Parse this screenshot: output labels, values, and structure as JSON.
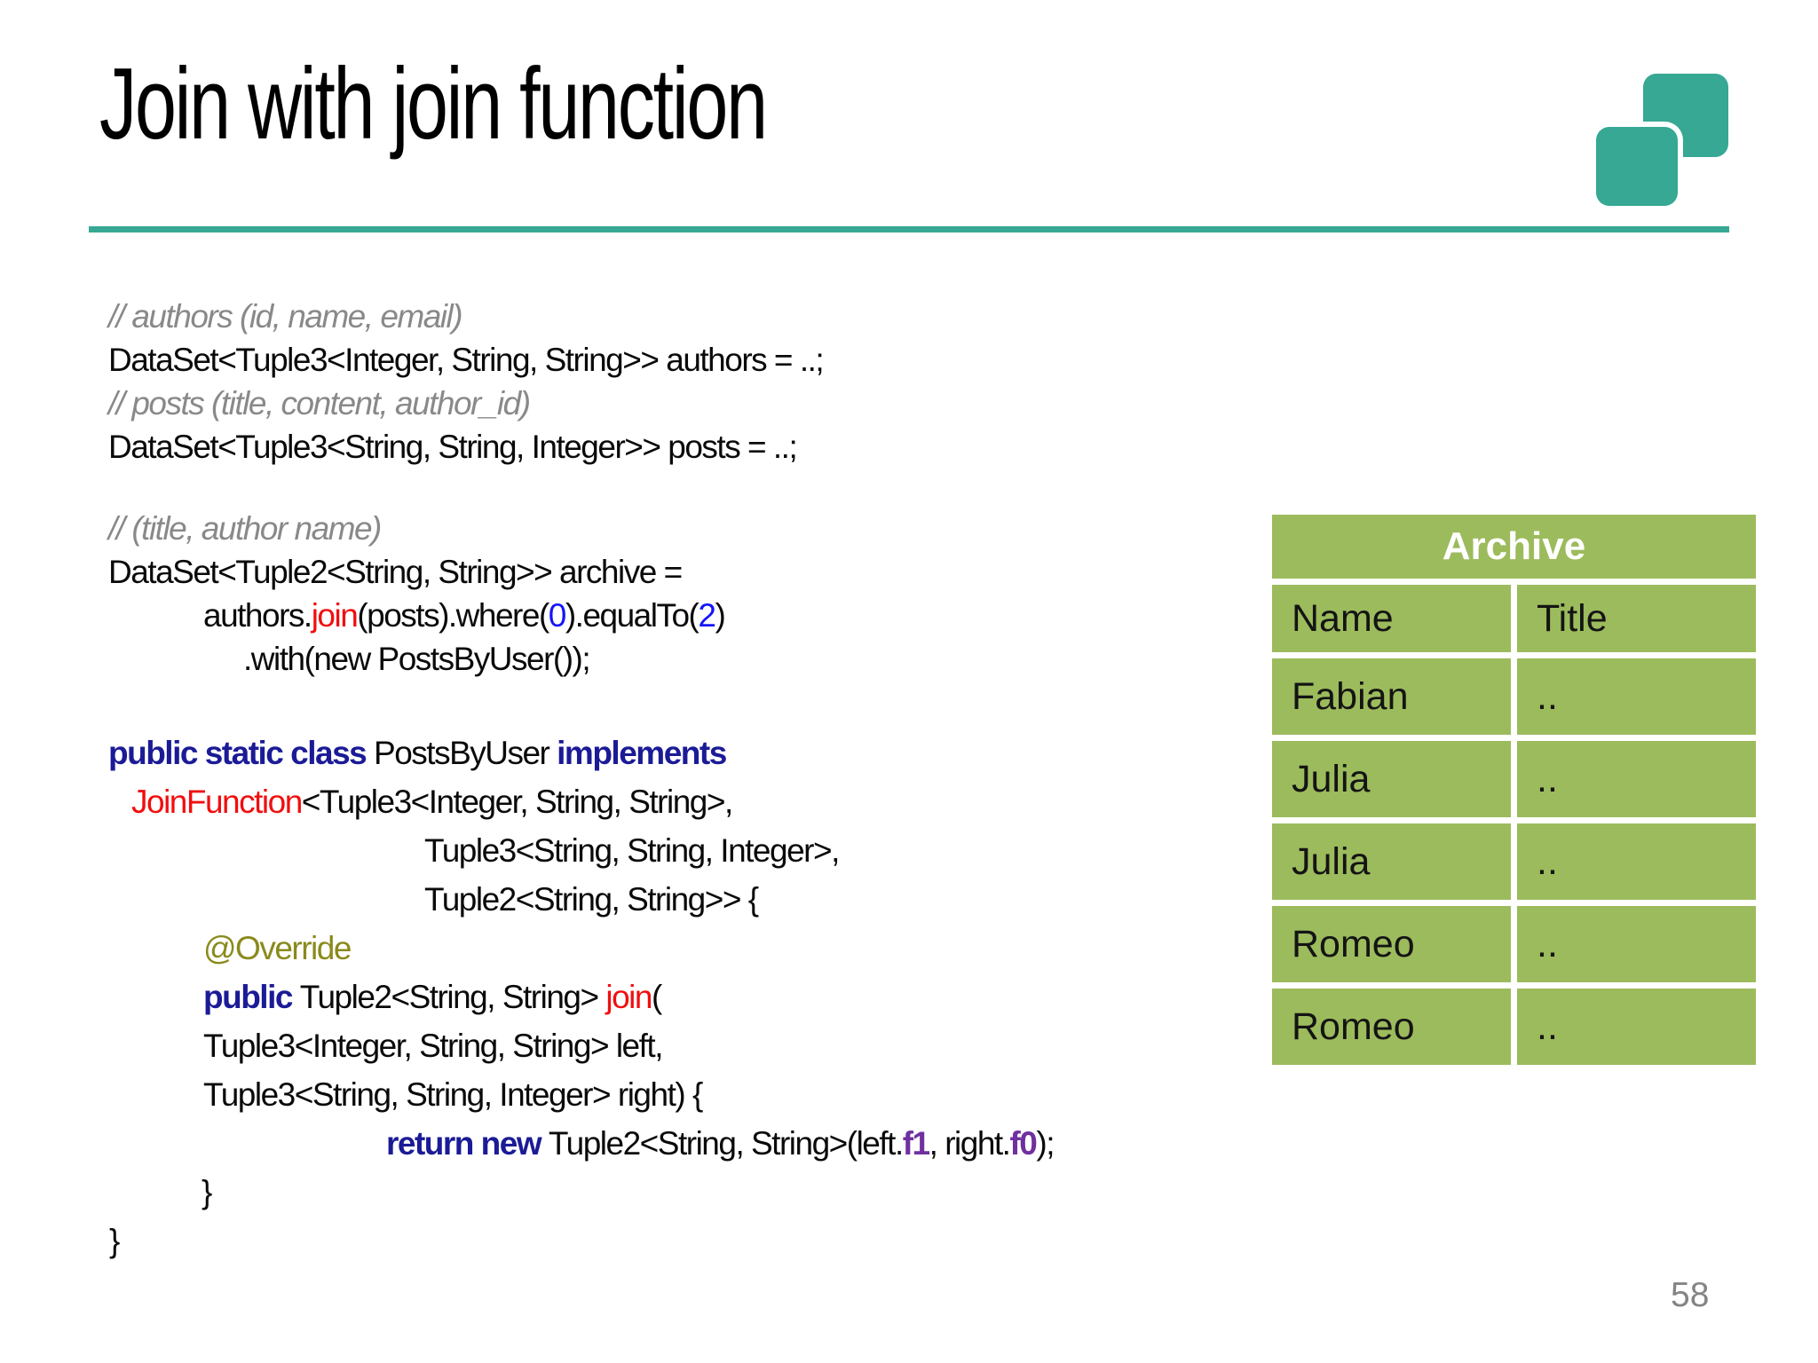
{
  "slide": {
    "title": "Join with join function",
    "page_number": "58"
  },
  "colors": {
    "accent_teal": "#36A893",
    "table_green": "#9CBB5C",
    "keyword_navy": "#1B1B97",
    "method_red": "#F10E0E",
    "number_blue": "#1414FB",
    "annotation_olive": "#8A8A1C",
    "field_purple": "#70309F",
    "comment_gray": "#898989"
  },
  "logo": {
    "icon": "overlapping-squares-logo"
  },
  "code": {
    "setup_lines": [
      {
        "segments": [
          {
            "cls": "cm",
            "text": "// authors (id, name, email)"
          }
        ]
      },
      {
        "segments": [
          {
            "cls": "c",
            "text": "DataSet<Tuple3<Integer, String, String>> authors = ..;"
          }
        ]
      },
      {
        "segments": [
          {
            "cls": "cm",
            "text": "// posts (title, content, author_id)"
          }
        ]
      },
      {
        "segments": [
          {
            "cls": "c",
            "text": "DataSet<Tuple3<String, String, Integer>> posts = ..;"
          }
        ]
      },
      {
        "blank": true
      },
      {
        "segments": [
          {
            "cls": "cm",
            "text": "// (title, author name)"
          }
        ]
      },
      {
        "segments": [
          {
            "cls": "c",
            "text": "DataSet<Tuple2<String, String>> archive ="
          }
        ]
      },
      {
        "indent": 107,
        "segments": [
          {
            "cls": "c",
            "text": "authors."
          },
          {
            "cls": "red",
            "text": "join"
          },
          {
            "cls": "c",
            "text": "(posts).where("
          },
          {
            "cls": "num",
            "text": "0"
          },
          {
            "cls": "c",
            "text": ").equalTo("
          },
          {
            "cls": "num",
            "text": "2"
          },
          {
            "cls": "c",
            "text": ")"
          }
        ]
      },
      {
        "indent": 152,
        "segments": [
          {
            "cls": "c",
            "text": ".with(new PostsByUser());"
          }
        ]
      }
    ],
    "class_lines": [
      {
        "segments": [
          {
            "cls": "kw",
            "text": "public static class "
          },
          {
            "cls": "c",
            "text": "PostsByUser "
          },
          {
            "cls": "kw",
            "text": "implements"
          }
        ]
      },
      {
        "indent": 26,
        "segments": [
          {
            "cls": "red",
            "text": "JoinFunction"
          },
          {
            "cls": "c",
            "text": "<Tuple3<Integer, String, String>,"
          }
        ]
      },
      {
        "indent": 356,
        "segments": [
          {
            "cls": "c",
            "text": "Tuple3<String, String, Integer>,"
          }
        ]
      },
      {
        "indent": 356,
        "segments": [
          {
            "cls": "c",
            "text": "Tuple2<String, String>> {"
          }
        ]
      },
      {
        "indent": 107,
        "segments": [
          {
            "cls": "ann",
            "text": "@Override"
          }
        ]
      },
      {
        "indent": 107,
        "segments": [
          {
            "cls": "kw",
            "text": "public "
          },
          {
            "cls": "c",
            "text": "Tuple2<String, String> "
          },
          {
            "cls": "red",
            "text": "join"
          },
          {
            "cls": "c",
            "text": "("
          }
        ]
      },
      {
        "indent": 107,
        "segments": [
          {
            "cls": "c",
            "text": "Tuple3<Integer, String, String> left,"
          }
        ]
      },
      {
        "indent": 107,
        "segments": [
          {
            "cls": "c",
            "text": "Tuple3<String, String, Integer> right) {"
          }
        ]
      },
      {
        "indent": 313,
        "segments": [
          {
            "cls": "kw",
            "text": "return new "
          },
          {
            "cls": "c",
            "text": "Tuple2<String, String>(left."
          },
          {
            "cls": "fld",
            "text": "f1"
          },
          {
            "cls": "c",
            "text": ", right."
          },
          {
            "cls": "fld",
            "text": "f0"
          },
          {
            "cls": "c",
            "text": ");"
          }
        ]
      },
      {
        "indent": 105,
        "segments": [
          {
            "cls": "c",
            "text": "}"
          }
        ]
      },
      {
        "indent": 1,
        "segments": [
          {
            "cls": "c",
            "text": "}"
          }
        ]
      }
    ]
  },
  "table": {
    "title": "Archive",
    "columns": [
      "Name",
      "Title"
    ],
    "rows": [
      {
        "name": "Fabian",
        "title": ".."
      },
      {
        "name": "Julia",
        "title": ".."
      },
      {
        "name": "Julia",
        "title": ".."
      },
      {
        "name": "Romeo",
        "title": ".."
      },
      {
        "name": "Romeo",
        "title": ".."
      }
    ]
  }
}
